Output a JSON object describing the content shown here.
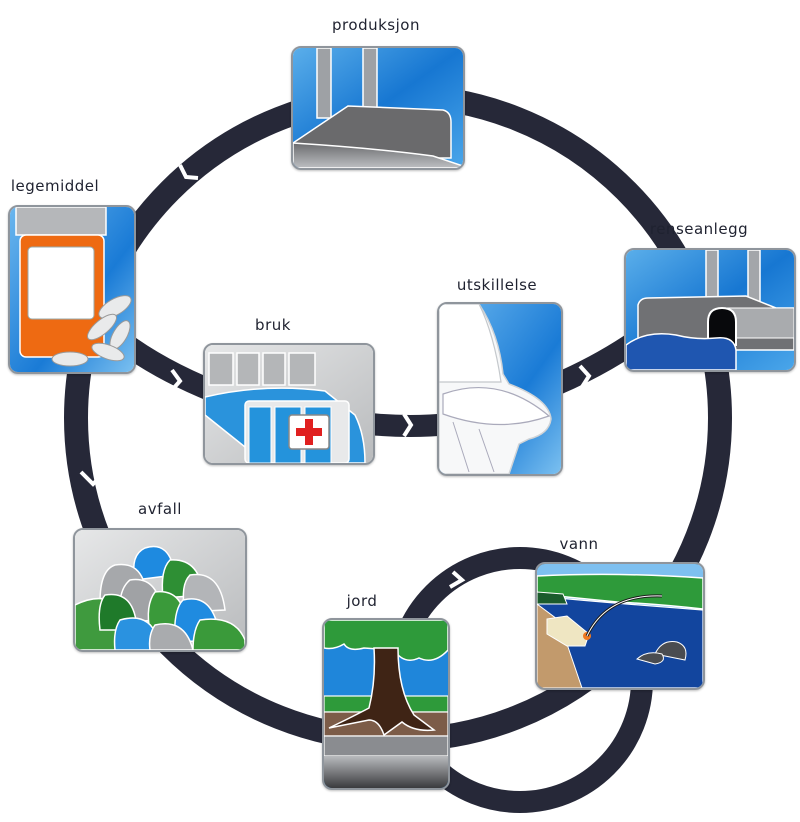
{
  "diagram": {
    "title": "",
    "ring_color": "#262838",
    "nodes": [
      {
        "id": "produksjon",
        "label": "produksjon",
        "icon": "factory-icon"
      },
      {
        "id": "renseanlegg",
        "label": "renseanlegg",
        "icon": "treatment-plant-icon"
      },
      {
        "id": "utskillelse",
        "label": "utskillelse",
        "icon": "toilet-icon"
      },
      {
        "id": "bruk",
        "label": "bruk",
        "icon": "hospital-icon"
      },
      {
        "id": "legemiddel",
        "label": "legemiddel",
        "icon": "medicine-bottle-icon"
      },
      {
        "id": "avfall",
        "label": "avfall",
        "icon": "garbage-bags-icon"
      },
      {
        "id": "jord",
        "label": "jord",
        "icon": "tree-soil-icon"
      },
      {
        "id": "vann",
        "label": "vann",
        "icon": "fishing-water-icon"
      }
    ],
    "edges": [
      {
        "from": "produksjon",
        "to": "renseanlegg"
      },
      {
        "from": "produksjon",
        "to": "legemiddel"
      },
      {
        "from": "legemiddel",
        "to": "bruk"
      },
      {
        "from": "bruk",
        "to": "utskillelse"
      },
      {
        "from": "utskillelse",
        "to": "renseanlegg"
      },
      {
        "from": "renseanlegg",
        "to": "vann"
      },
      {
        "from": "legemiddel",
        "to": "avfall"
      },
      {
        "from": "avfall",
        "to": "jord"
      },
      {
        "from": "vann",
        "to": "jord"
      },
      {
        "from": "jord",
        "to": "vann"
      }
    ]
  }
}
